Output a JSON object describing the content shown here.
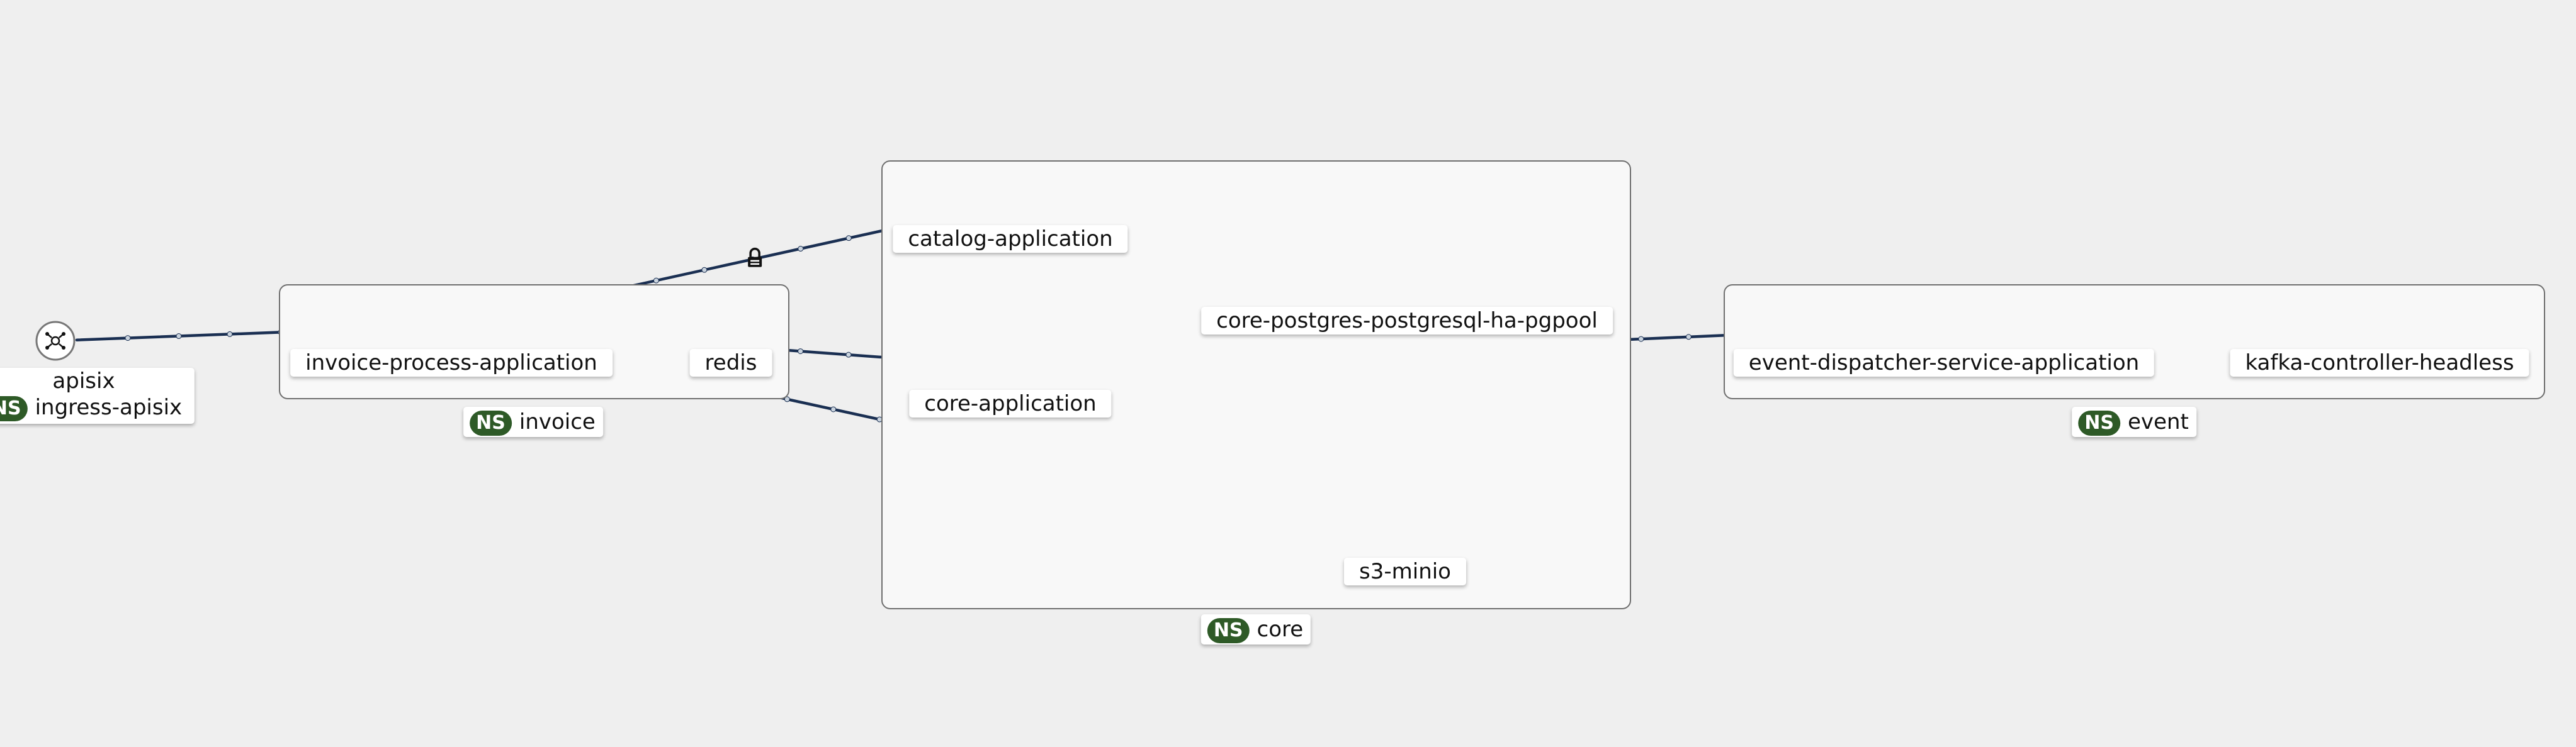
{
  "namespaces": {
    "invoice": {
      "badge": "NS",
      "name": "invoice"
    },
    "core": {
      "badge": "NS",
      "name": "core"
    },
    "event": {
      "badge": "NS",
      "name": "event"
    }
  },
  "nodes": {
    "apisix": {
      "name": "apisix",
      "namespace_badge": "NS",
      "namespace": "ingress-apisix",
      "icon": "ingress-icon"
    },
    "invoice_process": {
      "name": "invoice-process-application",
      "icon": "service-triangle-icon"
    },
    "redis": {
      "name": "redis",
      "icon": "service-triangle-icon"
    },
    "catalog": {
      "name": "catalog-application",
      "icon": "service-triangle-icon"
    },
    "core_app": {
      "name": "core-application",
      "icon": "service-triangle-icon"
    },
    "postgres": {
      "name": "core-postgres-postgresql-ha-pgpool",
      "icon": "service-triangle-icon"
    },
    "minio": {
      "name": "s3-minio",
      "icon": "service-triangle-icon"
    },
    "event_dispatcher": {
      "name": "event-dispatcher-service-application",
      "icon": "service-triangle-icon"
    },
    "kafka": {
      "name": "kafka-controller-headless",
      "icon": "service-triangle-icon"
    }
  },
  "edges": [
    {
      "from": "apisix",
      "to": "invoice_process",
      "secure": false
    },
    {
      "from": "invoice_process",
      "to": "catalog",
      "secure": true
    },
    {
      "from": "invoice_process",
      "to": "redis",
      "secure": true
    },
    {
      "from": "invoice_process",
      "to": "core_app",
      "secure": false
    },
    {
      "from": "invoice_process",
      "to": "minio",
      "secure": true
    },
    {
      "from": "catalog",
      "to": "postgres",
      "secure": true
    },
    {
      "from": "core_app",
      "to": "postgres",
      "secure": true
    },
    {
      "from": "core_app",
      "to": "event_dispatcher",
      "secure": true
    },
    {
      "from": "event_dispatcher",
      "to": "kafka",
      "secure": true
    }
  ],
  "colors": {
    "edge": "#1a2f52",
    "namespace_badge": "#2e5a27",
    "background": "#efefef"
  }
}
